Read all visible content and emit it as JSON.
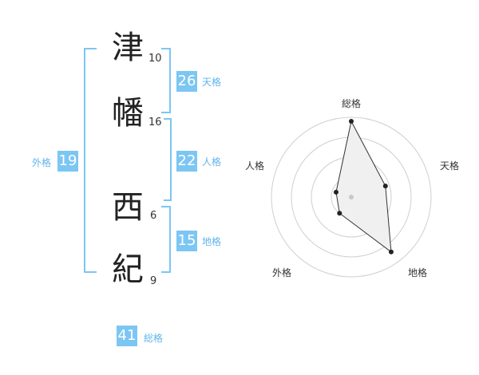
{
  "name": {
    "chars": [
      {
        "char": "津",
        "strokes": "10"
      },
      {
        "char": "幡",
        "strokes": "16"
      },
      {
        "char": "西",
        "strokes": "6"
      },
      {
        "char": "紀",
        "strokes": "9"
      }
    ]
  },
  "kaku": {
    "tenkaku": {
      "value": "26",
      "label": "天格"
    },
    "jinkaku": {
      "value": "22",
      "label": "人格"
    },
    "chikaku": {
      "value": "15",
      "label": "地格"
    },
    "gaikaku": {
      "value": "19",
      "label": "外格"
    },
    "soukaku": {
      "value": "41",
      "label": "総格"
    }
  },
  "colors": {
    "accent": "#7cc6f3",
    "accent_text": "#5fb4ec",
    "radar_line": "#333333",
    "radar_fill": "#f0f0f0"
  },
  "chart_data": {
    "type": "radar",
    "axes": [
      "総格",
      "天格",
      "地格",
      "外格",
      "人格"
    ],
    "values": [
      0.95,
      0.45,
      0.85,
      0.25,
      0.2
    ],
    "rings": 4,
    "range": [
      0,
      1
    ]
  }
}
